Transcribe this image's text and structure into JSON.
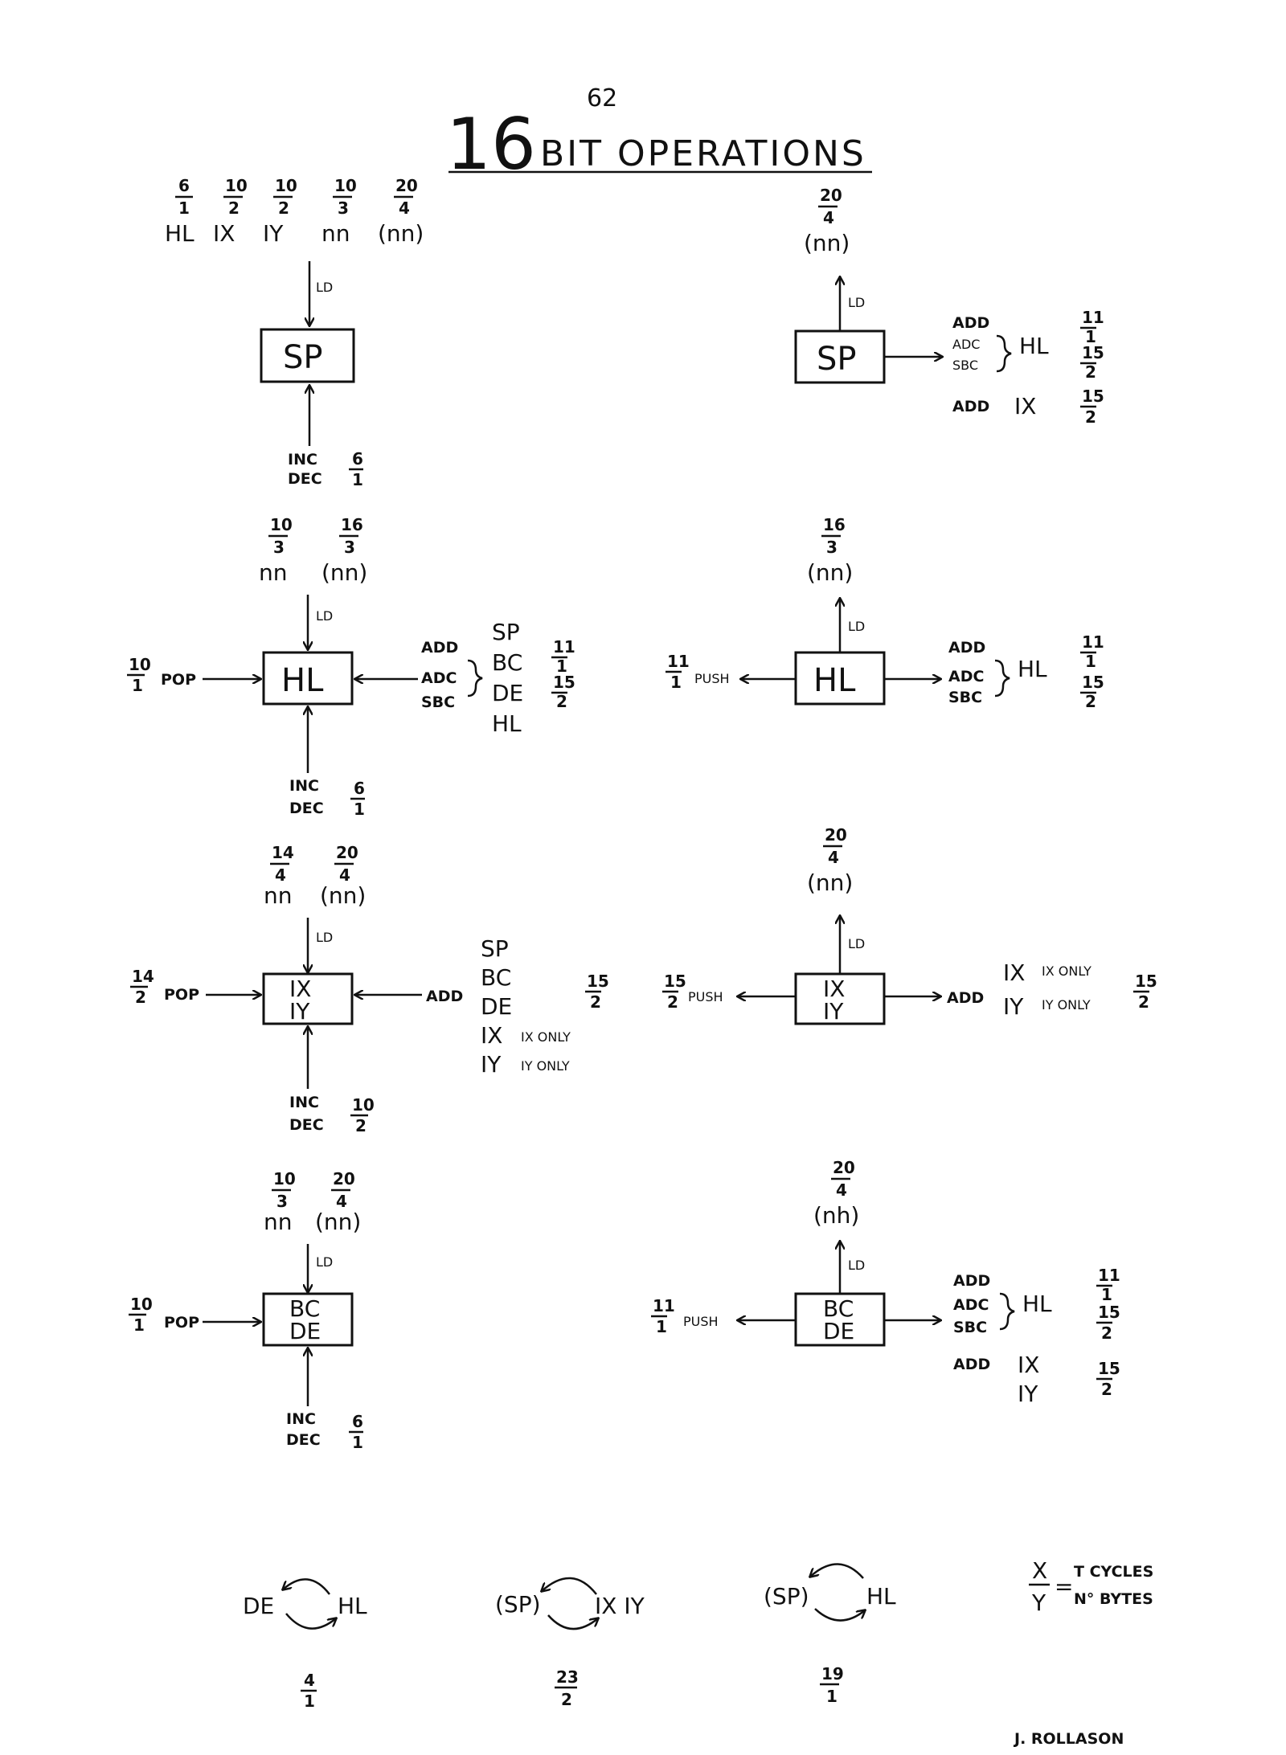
{
  "page_number": "62",
  "title_number": "16",
  "title_text": "BIT OPERATIONS",
  "author": "J. ROLLASON",
  "legend": {
    "x": "X",
    "y": "Y",
    "top": "T CYCLES",
    "bottom": "N° BYTES"
  },
  "sp_load": {
    "sources": [
      {
        "label": "HL",
        "frac": [
          "6",
          "1"
        ]
      },
      {
        "label": "IX",
        "frac": [
          "10",
          "2"
        ]
      },
      {
        "label": "IY",
        "frac": [
          "10",
          "2"
        ]
      },
      {
        "label": "nn",
        "frac": [
          "10",
          "3"
        ]
      },
      {
        "label": "(nn)",
        "frac": [
          "20",
          "4"
        ]
      }
    ],
    "op": "LD",
    "reg": "SP",
    "inc": "INC",
    "dec": "DEC",
    "incdec_frac": [
      "6",
      "1"
    ]
  },
  "sp_store": {
    "dest": "(nn)",
    "frac": [
      "20",
      "4"
    ],
    "op": "LD",
    "reg": "SP",
    "ops": [
      "ADD",
      "ADC",
      "SBC"
    ],
    "target": "HL",
    "add_frac": [
      "11",
      "1"
    ],
    "adc_frac": [
      "15",
      "2"
    ],
    "ix_op": "ADD",
    "ix_target": "IX",
    "ix_frac": [
      "15",
      "2"
    ]
  },
  "hl_load": {
    "sources": [
      {
        "label": "nn",
        "frac": [
          "10",
          "3"
        ]
      },
      {
        "label": "(nn)",
        "frac": [
          "16",
          "3"
        ]
      }
    ],
    "op": "LD",
    "reg": "HL",
    "pop": "POP",
    "pop_frac": [
      "10",
      "1"
    ],
    "ops": [
      "ADD",
      "ADC",
      "SBC"
    ],
    "operands": [
      "SP",
      "BC",
      "DE",
      "HL"
    ],
    "add_frac": [
      "11",
      "1"
    ],
    "adc_frac": [
      "15",
      "2"
    ],
    "inc": "INC",
    "dec": "DEC",
    "incdec_frac": [
      "6",
      "1"
    ]
  },
  "hl_store": {
    "dest": "(nn)",
    "frac": [
      "16",
      "3"
    ],
    "op": "LD",
    "reg": "HL",
    "push": "PUSH",
    "push_frac": [
      "11",
      "1"
    ],
    "ops": [
      "ADD",
      "ADC",
      "SBC"
    ],
    "target": "HL",
    "add_frac": [
      "11",
      "1"
    ],
    "adc_frac": [
      "15",
      "2"
    ]
  },
  "ix_load": {
    "sources": [
      {
        "label": "nn",
        "frac": [
          "14",
          "4"
        ]
      },
      {
        "label": "(nn)",
        "frac": [
          "20",
          "4"
        ]
      }
    ],
    "op": "LD",
    "reg1": "IX",
    "reg2": "IY",
    "pop": "POP",
    "pop_frac": [
      "14",
      "2"
    ],
    "add": "ADD",
    "operands": [
      "SP",
      "BC",
      "DE",
      "IX",
      "IY"
    ],
    "ix_only": "IX ONLY",
    "iy_only": "IY ONLY",
    "add_frac": [
      "15",
      "2"
    ],
    "inc": "INC",
    "dec": "DEC",
    "incdec_frac": [
      "10",
      "2"
    ]
  },
  "ix_store": {
    "dest": "(nn)",
    "frac": [
      "20",
      "4"
    ],
    "op": "LD",
    "reg1": "IX",
    "reg2": "IY",
    "push": "PUSH",
    "push_frac": [
      "15",
      "2"
    ],
    "add": "ADD",
    "targets": [
      "IX",
      "IY"
    ],
    "ix_only": "IX ONLY",
    "iy_only": "IY ONLY",
    "add_frac": [
      "15",
      "2"
    ]
  },
  "bc_load": {
    "sources": [
      {
        "label": "nn",
        "frac": [
          "10",
          "3"
        ]
      },
      {
        "label": "(nn)",
        "frac": [
          "20",
          "4"
        ]
      }
    ],
    "op": "LD",
    "reg1": "BC",
    "reg2": "DE",
    "pop": "POP",
    "pop_frac": [
      "10",
      "1"
    ],
    "inc": "INC",
    "dec": "DEC",
    "incdec_frac": [
      "6",
      "1"
    ]
  },
  "bc_store": {
    "dest": "(nh)",
    "frac": [
      "20",
      "4"
    ],
    "op": "LD",
    "reg1": "BC",
    "reg2": "DE",
    "push": "PUSH",
    "push_frac": [
      "11",
      "1"
    ],
    "ops": [
      "ADD",
      "ADC",
      "SBC"
    ],
    "target": "HL",
    "add_frac": [
      "11",
      "1"
    ],
    "adc_frac": [
      "15",
      "2"
    ],
    "ix_op": "ADD",
    "ix_targets": [
      "IX",
      "IY"
    ],
    "ix_frac": [
      "15",
      "2"
    ]
  },
  "exchanges": [
    {
      "left": "DE",
      "right": "HL",
      "frac": [
        "4",
        "1"
      ]
    },
    {
      "left": "(SP)",
      "right": "IX IY",
      "frac": [
        "23",
        "2"
      ]
    },
    {
      "left": "(SP)",
      "right": "HL",
      "frac": [
        "19",
        "1"
      ]
    }
  ]
}
